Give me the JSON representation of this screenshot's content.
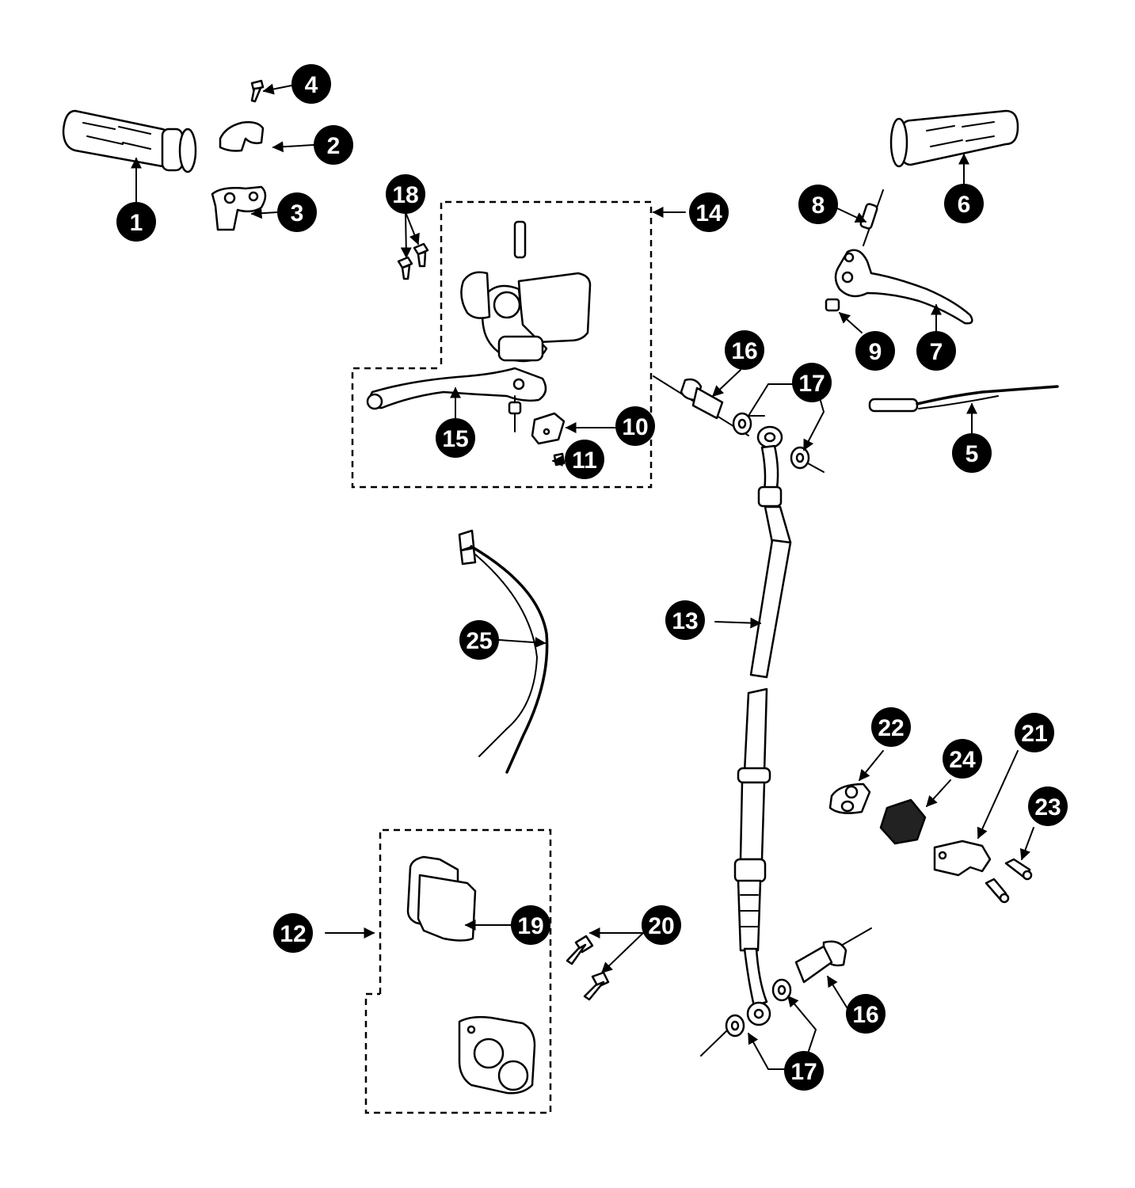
{
  "diagram": {
    "colors": {
      "ink": "#000000",
      "paper": "#ffffff"
    },
    "callouts": [
      {
        "id": "c1",
        "label": "1"
      },
      {
        "id": "c2",
        "label": "2"
      },
      {
        "id": "c3",
        "label": "3"
      },
      {
        "id": "c4",
        "label": "4"
      },
      {
        "id": "c5",
        "label": "5"
      },
      {
        "id": "c6",
        "label": "6"
      },
      {
        "id": "c7",
        "label": "7"
      },
      {
        "id": "c8",
        "label": "8"
      },
      {
        "id": "c9",
        "label": "9"
      },
      {
        "id": "c10",
        "label": "10"
      },
      {
        "id": "c11",
        "label": "11"
      },
      {
        "id": "c12",
        "label": "12"
      },
      {
        "id": "c13",
        "label": "13"
      },
      {
        "id": "c14",
        "label": "14"
      },
      {
        "id": "c15",
        "label": "15"
      },
      {
        "id": "c16a",
        "label": "16"
      },
      {
        "id": "c16b",
        "label": "16"
      },
      {
        "id": "c17a",
        "label": "17"
      },
      {
        "id": "c17b",
        "label": "17"
      },
      {
        "id": "c18",
        "label": "18"
      },
      {
        "id": "c19",
        "label": "19"
      },
      {
        "id": "c20",
        "label": "20"
      },
      {
        "id": "c21",
        "label": "21"
      },
      {
        "id": "c22",
        "label": "22"
      },
      {
        "id": "c23",
        "label": "23"
      },
      {
        "id": "c24",
        "label": "24"
      },
      {
        "id": "c25",
        "label": "25"
      }
    ]
  }
}
